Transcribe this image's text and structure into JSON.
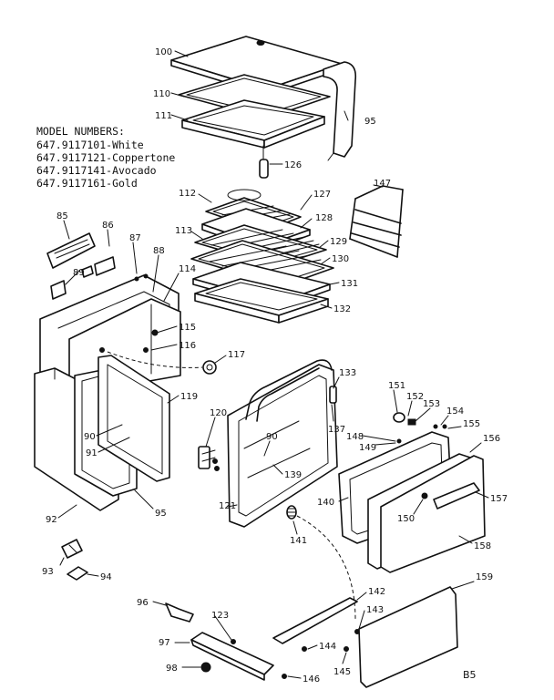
{
  "model_heading": "MODEL NUMBERS:",
  "models": [
    "647.9117101-White",
    "647.9117121-Coppertone",
    "647.9117141-Avocado",
    "647.9117161-Gold"
  ],
  "callouts": {
    "p100": "100",
    "p110": "110",
    "p111": "111",
    "p95a": "95",
    "p126": "126",
    "p112": "112",
    "p127": "127",
    "p128": "128",
    "p113": "113",
    "p129": "129",
    "p130": "130",
    "p131": "131",
    "p132": "132",
    "p147": "147",
    "p85": "85",
    "p86": "86",
    "p87": "87",
    "p88": "88",
    "p89": "89",
    "p114": "114",
    "p115": "115",
    "p116": "116",
    "p117": "117",
    "p119": "119",
    "p90a": "90",
    "p91": "91",
    "p92": "92",
    "p95b": "95",
    "p120": "120",
    "p90b": "90",
    "p139": "139",
    "p121": "121",
    "p133": "133",
    "p137": "137",
    "p151": "151",
    "p152": "152",
    "p153": "153",
    "p154": "154",
    "p155": "155",
    "p148": "148",
    "p149": "149",
    "p156": "156",
    "p140": "140",
    "p157": "157",
    "p150": "150",
    "p141": "141",
    "p158": "158",
    "p93": "93",
    "p94": "94",
    "p96": "96",
    "p123": "123",
    "p97": "97",
    "p98": "98",
    "p142": "142",
    "p143": "143",
    "p144": "144",
    "p145": "145",
    "p146": "146",
    "p159": "159"
  },
  "page_code": "B5"
}
